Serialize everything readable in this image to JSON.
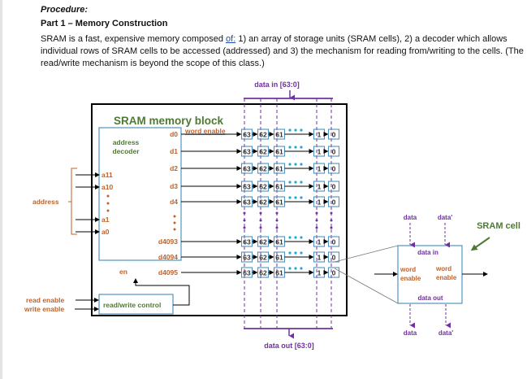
{
  "document": {
    "heading": "Procedure:",
    "subheading": "Part 1 – Memory Construction",
    "paragraph_before_link": "SRAM is a fast, expensive memory composed ",
    "paragraph_link": "of:",
    "paragraph_after_link": " 1) an array of storage units (SRAM cells), 2) a decoder which allows individual rows of SRAM cells to be accessed (addressed) and 3) the mechanism for reading from/writing to the cells. (The read/write mechanism is beyond the scope of this class.)"
  },
  "diagram": {
    "colors": {
      "green": "#4e7a33",
      "orange": "#c0622a",
      "purple": "#7030a0",
      "blue_box": "#4f94c0",
      "cyan_dots": "#1fa5e0",
      "black": "#000000"
    },
    "data_in_label": "data in [63:0]",
    "data_out_label": "data out [63:0]",
    "block_title": "SRAM memory block",
    "word_enable_label": "word enable",
    "decoder_label_line1": "address",
    "decoder_label_line2": "decoder",
    "decoder_en_label": "en",
    "decoder_outputs": [
      "d0",
      "d1",
      "d2",
      "d3",
      "d4",
      "d4093",
      "d4094",
      "d4095"
    ],
    "decoder_inputs": [
      "a11",
      "a10",
      "a1",
      "a0"
    ],
    "address_label": "address",
    "rw_control_label": "read/write control",
    "read_enable_label": "read enable",
    "write_enable_label": "write enable",
    "cell_bits": [
      "63",
      "62",
      "61",
      "1",
      "0"
    ],
    "cell_detail": {
      "title": "SRAM cell",
      "top_inputs": [
        "data",
        "data'"
      ],
      "bottom_outputs": [
        "data",
        "data'"
      ],
      "data_in_label": "data in",
      "data_out_label": "data out",
      "word_enable_left_line1": "word",
      "word_enable_left_line2": "enable",
      "word_enable_right_line1": "word",
      "word_enable_right_line2": "enable"
    }
  }
}
